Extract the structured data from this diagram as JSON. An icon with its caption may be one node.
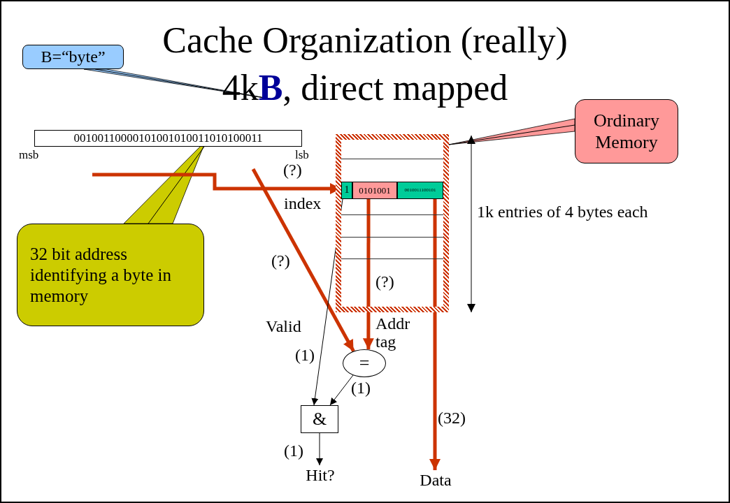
{
  "diagram": {
    "title": "Cache Organization (really) 4k**B**, direct mapped",
    "nodes": [
      {
        "text": [
          "B=“byte”"
        ]
      },
      {
        "text": [
          "00100110000101001010011010100011"
        ],
        "beside": [
          "msb",
          "lsb"
        ]
      },
      {
        "text": [
          "32 bit address identifying a byte in memory"
        ]
      },
      {
        "text": [
          "Ordinary Memory"
        ]
      },
      {
        "text": [],
        "shape": "box"
      },
      {
        "text": [
          "1"
        ],
        "in": 4
      },
      {
        "text": [
          "0101001"
        ],
        "in": 4
      },
      {
        "text": [
          "0010011100101"
        ],
        "in": 4
      },
      {
        "text": [
          "="
        ]
      },
      {
        "text": [
          "&"
        ]
      },
      {
        "text": [
          "Hit?"
        ]
      },
      {
        "text": [
          "Data"
        ]
      }
    ],
    "edges": [
      {
        "from": 0,
        "to": null,
        "arrow": "none"
      },
      {
        "from": 2,
        "to": 1,
        "arrow": "none"
      },
      {
        "from": 3,
        "to": 4,
        "arrow": "none"
      },
      {
        "from": null,
        "to": 5,
        "arrow": "to",
        "label": "(?)",
        "style": "thick",
        "color": "#cc3300"
      },
      {
        "from": null,
        "to": 8,
        "arrow": "to",
        "label": "(?)",
        "style": "thick",
        "color": "#cc3300"
      },
      {
        "from": 6,
        "to": 8,
        "arrow": "to",
        "label": "(?)",
        "style": "thick",
        "color": "#cc3300"
      },
      {
        "from": 7,
        "to": 11,
        "arrow": "to",
        "label": "(32)",
        "style": "thick",
        "color": "#cc3300"
      },
      {
        "from": 5,
        "to": 9,
        "arrow": "to",
        "label": "(1)",
        "color": "#000000"
      },
      {
        "from": 8,
        "to": 9,
        "arrow": "to",
        "label": "(1)",
        "color": "#000000"
      },
      {
        "from": 9,
        "to": 10,
        "arrow": "to",
        "label": "(1)",
        "color": "#000000"
      }
    ],
    "labels": [
      "index",
      "1k entries of 4 bytes each",
      "Addr tag",
      "Valid"
    ]
  }
}
